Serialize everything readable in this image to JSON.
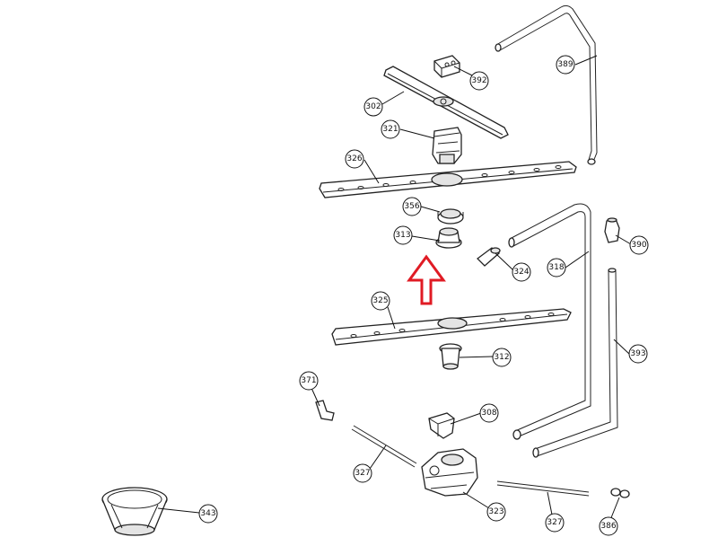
{
  "diagram": {
    "accent_color": "#e01b24",
    "arrow_direction": "up",
    "callouts": {
      "c389": "389",
      "c392": "392",
      "c302": "302",
      "c321": "321",
      "c326": "326",
      "c356": "356",
      "c313": "313",
      "c390": "390",
      "c324": "324",
      "c318": "318",
      "c325": "325",
      "c393": "393",
      "c312": "312",
      "c371": "371",
      "c308": "308",
      "c327a": "327",
      "c327b": "327",
      "c323": "323",
      "c343": "343",
      "c386": "386"
    }
  }
}
